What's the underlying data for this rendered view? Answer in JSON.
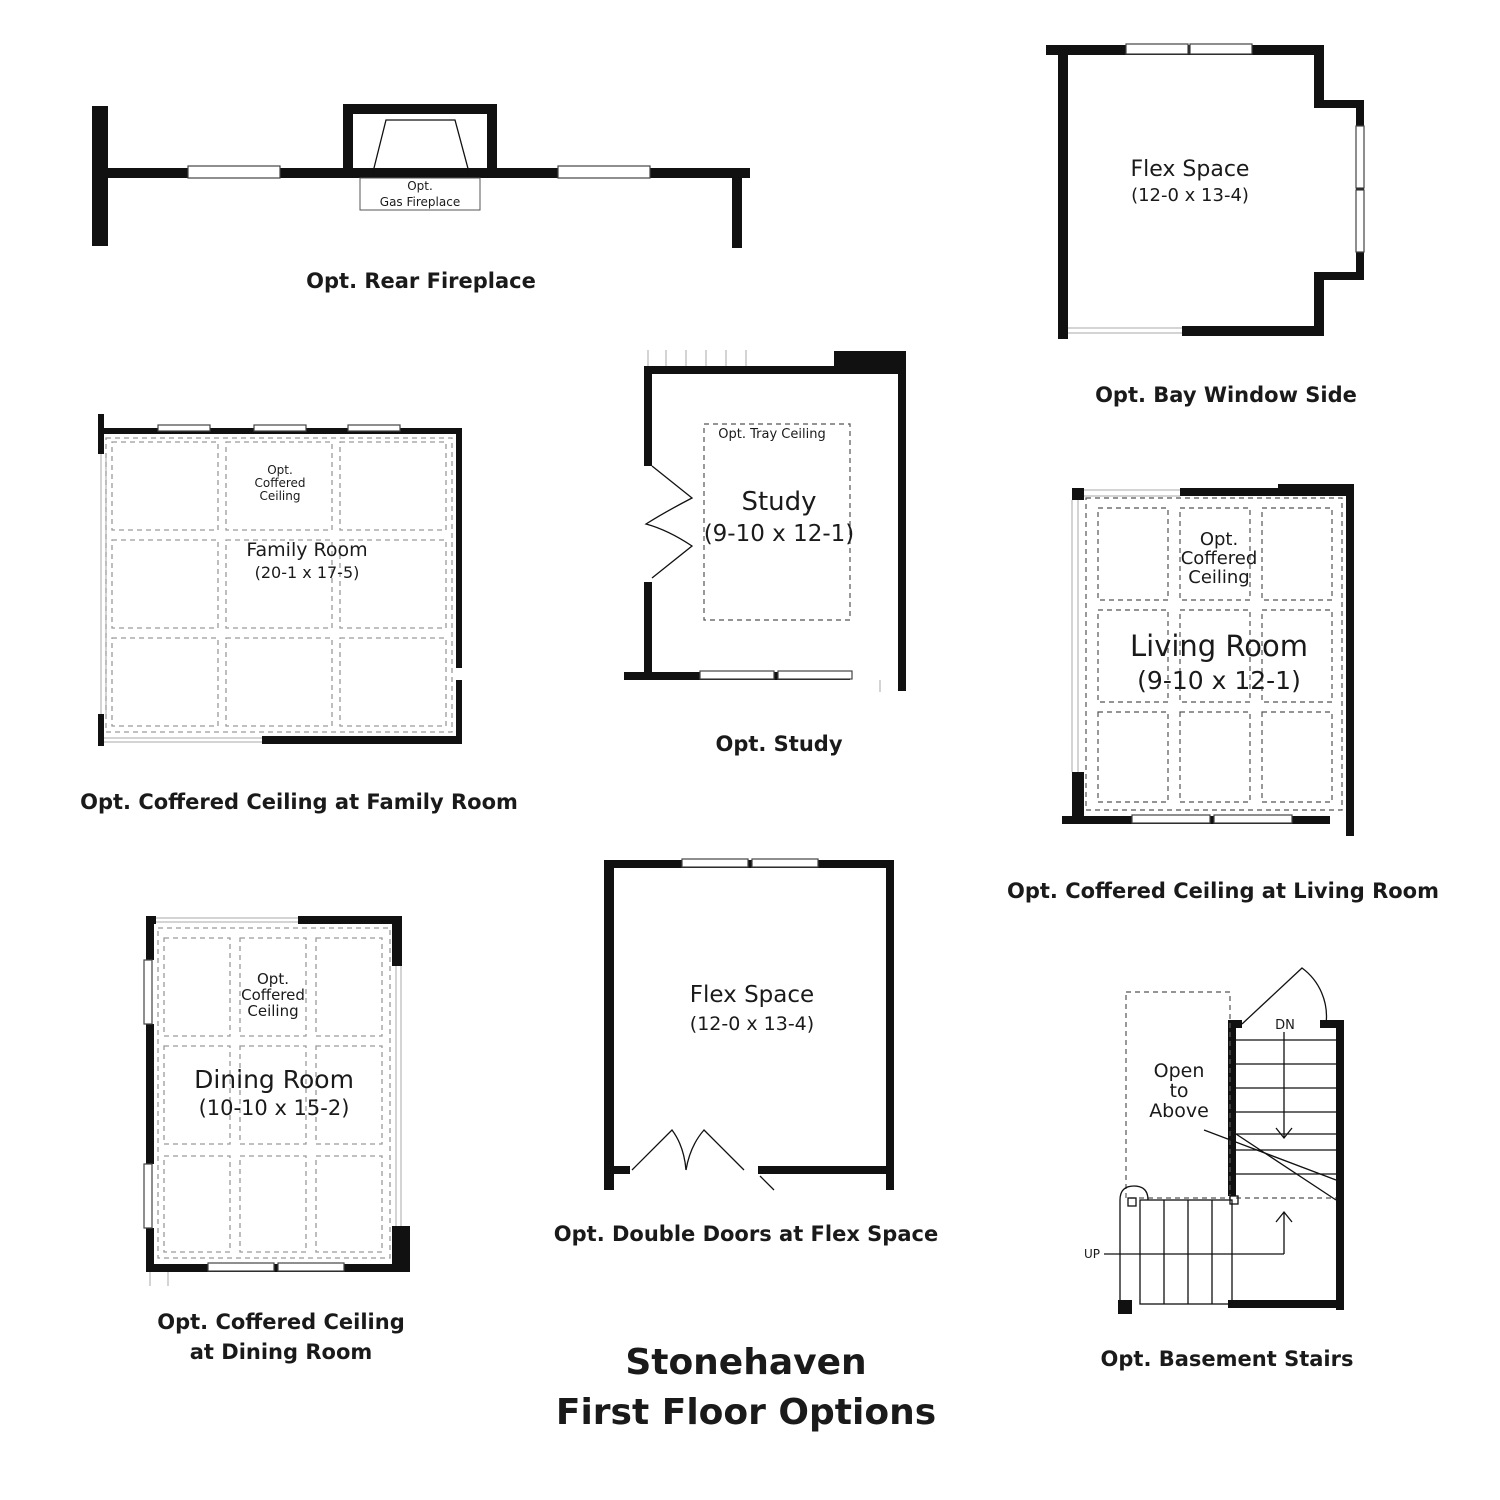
{
  "title": {
    "line1": "Stonehaven",
    "line2": "First Floor Options"
  },
  "rear_fireplace": {
    "caption": "Opt. Rear Fireplace",
    "tag1": "Opt.",
    "tag2": "Gas Fireplace"
  },
  "bay_window": {
    "room": "Flex Space",
    "dims": "(12-0 x 13-4)",
    "caption": "Opt. Bay Window Side"
  },
  "family_room": {
    "tag1": "Opt.",
    "tag2": "Coffered",
    "tag3": "Ceiling",
    "room": "Family Room",
    "dims": "(20-1 x 17-5)",
    "caption": "Opt. Coffered Ceiling at Family Room"
  },
  "study": {
    "tag": "Opt. Tray Ceiling",
    "room": "Study",
    "dims": "(9-10 x 12-1)",
    "caption": "Opt. Study"
  },
  "living_room": {
    "tag1": "Opt.",
    "tag2": "Coffered",
    "tag3": "Ceiling",
    "room": "Living Room",
    "dims": "(9-10 x 12-1)",
    "caption": "Opt. Coffered Ceiling at Living Room"
  },
  "dining_room": {
    "tag1": "Opt.",
    "tag2": "Coffered",
    "tag3": "Ceiling",
    "room": "Dining Room",
    "dims": "(10-10 x 15-2)",
    "caption1": "Opt. Coffered Ceiling",
    "caption2": "at Dining Room"
  },
  "flex_doors": {
    "room": "Flex Space",
    "dims": "(12-0 x 13-4)",
    "caption": "Opt. Double Doors at Flex Space"
  },
  "basement_stairs": {
    "dn": "DN",
    "up": "UP",
    "open1": "Open",
    "open2": "to",
    "open3": "Above",
    "caption": "Opt. Basement Stairs"
  }
}
